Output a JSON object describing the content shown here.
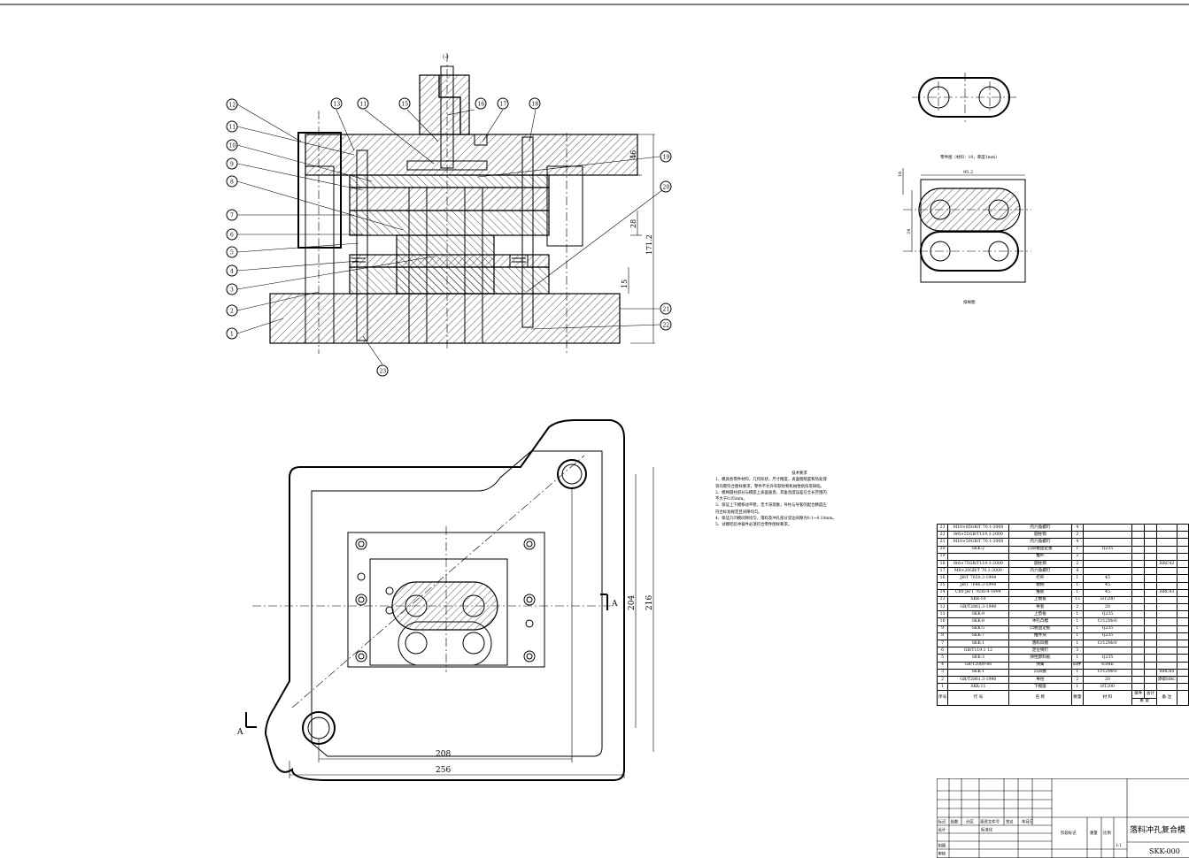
{
  "balloons_left": [
    "12",
    "11",
    "10",
    "9",
    "8",
    "7",
    "6",
    "5",
    "4",
    "3",
    "2",
    "1"
  ],
  "balloons_top": [
    "13",
    "11",
    "15",
    "16",
    "17",
    "18"
  ],
  "balloons_right": [
    "19",
    "20",
    "21",
    "22"
  ],
  "balloon_bottom": "23",
  "dims_section": [
    "46",
    "28",
    "171.2",
    "15"
  ],
  "dims_plan": [
    "208",
    "256",
    "204",
    "216"
  ],
  "section_marks": {
    "left": "A",
    "right": "A",
    "top_arrow": "(-)"
  },
  "part_caption": "零件图（材料：10，厚度1mm）",
  "strip_caption": "排样图",
  "strip_dims": [
    "95.2",
    "24",
    "16"
  ],
  "tech_title": "技术要求",
  "tech_lines": [
    "1、模具各零件材料，几何形状，尺寸精度，表面粗糙度和热处理",
    "   等均需符合图样要求，零件不允许有裂纹和机械性损伤等缺陷。",
    "2、模柄圆柱部分与模座上表面垂直，其垂直度误差在全长范围内",
    "   不大于0.05mm。",
    "3、保证上下模移动平稳，无卡滞现象，导柱与导套的配合精度应",
    "   符合标准规定且间隙均匀。",
    "4、保证凸凹模间隙均匀，落料及冲孔部分双边间隙为0.1~0.14mm。",
    "5、试模检验冲裁件必须符合零件图样要求。"
  ],
  "bom_rows": [
    {
      "no": "23",
      "code": "M10×85GB/T 70.1-2000",
      "name": "内六角螺钉",
      "qty": "4",
      "mat": "",
      "note": ""
    },
    {
      "no": "22",
      "code": "8r6×55GB/T119.1-2000",
      "name": "圆柱销",
      "qty": "2",
      "mat": "",
      "note": ""
    },
    {
      "no": "21",
      "code": "M10×50GB/T 70.1-2000",
      "name": "内六角螺钉",
      "qty": "4",
      "mat": "",
      "note": ""
    },
    {
      "no": "20",
      "code": "SKK-2",
      "name": "凸凹模固定板",
      "qty": "1",
      "mat": "Q235",
      "note": ""
    },
    {
      "no": "19",
      "code": "",
      "name": "推杆",
      "qty": "3",
      "mat": "",
      "note": ""
    },
    {
      "no": "18",
      "code": "8r6×75GB/T119.1-2000",
      "name": "圆柱销",
      "qty": "2",
      "mat": "",
      "note": "HRC42"
    },
    {
      "no": "17",
      "code": "M8×20GB/T 70.1-2000",
      "name": "内六角螺钉",
      "qty": "4",
      "mat": "",
      "note": ""
    },
    {
      "no": "16",
      "code": "JB/T 7650.3-1994",
      "name": "打杆",
      "qty": "1",
      "mat": "45",
      "note": ""
    },
    {
      "no": "15",
      "code": "JB/T 7646.3-1994",
      "name": "模柄",
      "qty": "1",
      "mat": "45",
      "note": ""
    },
    {
      "no": "14",
      "code": "C80 JB/T 7650.4-1994",
      "name": "推板",
      "qty": "1",
      "mat": "45",
      "note": "HRC43"
    },
    {
      "no": "13",
      "code": "SKK-10",
      "name": "上模板",
      "qty": "13",
      "mat": "HT200",
      "note": ""
    },
    {
      "no": "12",
      "code": "GB/T2861.3-1990",
      "name": "导套",
      "qty": "2",
      "mat": "20",
      "note": ""
    },
    {
      "no": "11",
      "code": "SKK-9",
      "name": "上垫板",
      "qty": "1",
      "mat": "Q235",
      "note": ""
    },
    {
      "no": "10",
      "code": "SKK-8",
      "name": "冲孔凸模",
      "qty": "1",
      "mat": "Cr12MoV",
      "note": ""
    },
    {
      "no": "9",
      "code": "SKK-5",
      "name": "凸模固定板",
      "qty": "1",
      "mat": "Q235",
      "note": ""
    },
    {
      "no": "8",
      "code": "SKK-7",
      "name": "推件块",
      "qty": "1",
      "mat": "Q235",
      "note": ""
    },
    {
      "no": "7",
      "code": "SKK-1",
      "name": "落料凹模",
      "qty": "1",
      "mat": "Cr12MoV",
      "note": ""
    },
    {
      "no": "6",
      "code": "GB/T119.1 12",
      "name": "定位销钉",
      "qty": "3",
      "mat": "",
      "note": ""
    },
    {
      "no": "5",
      "code": "SKK-3",
      "name": "弹性卸料板",
      "qty": "1",
      "mat": "Q235",
      "note": ""
    },
    {
      "no": "4",
      "code": "GB/T2089-80",
      "name": "弹簧",
      "qty": "四件",
      "mat": "65Mn",
      "note": ""
    },
    {
      "no": "3",
      "code": "SKK-1",
      "name": "凸凹模",
      "qty": "1",
      "mat": "Cr12MoV",
      "note": "HRC60"
    },
    {
      "no": "2",
      "code": "GB/T2861.3-1990",
      "name": "导柱",
      "qty": "2",
      "mat": "20",
      "note": "渗碳HRC"
    },
    {
      "no": "1",
      "code": "SKK-11",
      "name": "下模座",
      "qty": "1",
      "mat": "HT200",
      "note": ""
    }
  ],
  "bom_header": {
    "no": "序号",
    "code": "代  号",
    "name": "名  称",
    "qty": "数量",
    "mat": "材  料",
    "unit": "单件",
    "total": "总计",
    "weight": "重  量",
    "note": "备  注"
  },
  "title_block": {
    "labels": [
      "标记",
      "处数",
      "分区",
      "更改文件号",
      "签名",
      "年月日"
    ],
    "rows": [
      "设计",
      "制图",
      "审核"
    ],
    "std": "标准化",
    "stage": "阶段标记",
    "weight": "重量",
    "scale": "比例",
    "scale_val": "1:1",
    "title": "落料冲孔复合模",
    "drawing_no": "SKK-000"
  }
}
